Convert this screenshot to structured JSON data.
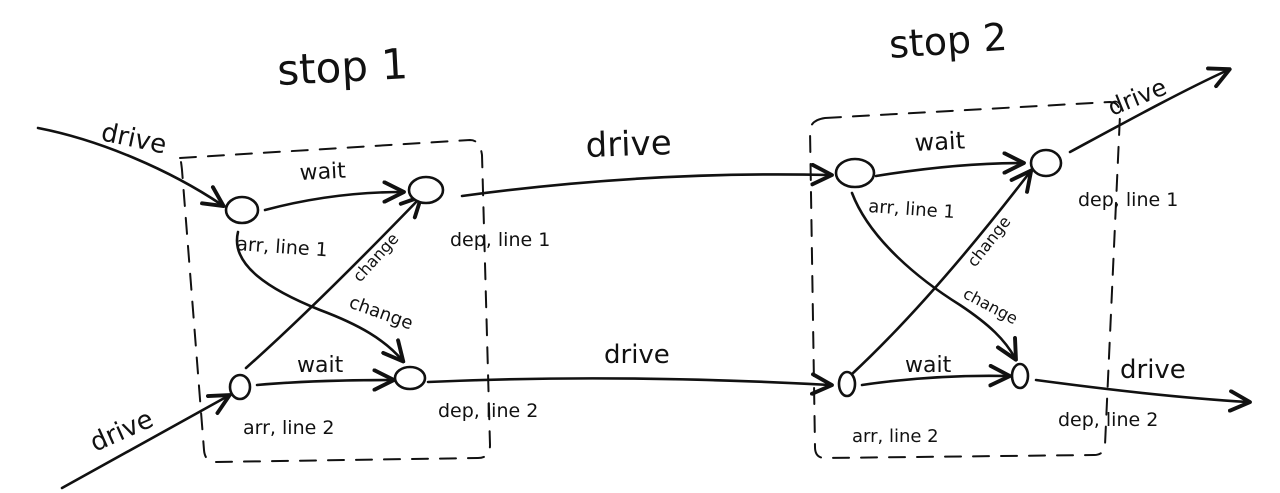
{
  "stops": [
    {
      "title": "stop 1"
    },
    {
      "title": "stop 2"
    }
  ],
  "labels": {
    "drive": "drive",
    "wait": "wait",
    "change": "change",
    "arr_line_1": "arr, line 1",
    "arr_line_2": "arr, line 2",
    "dep_line_1": "dep, line 1",
    "dep_line_2": "dep, line 2"
  }
}
